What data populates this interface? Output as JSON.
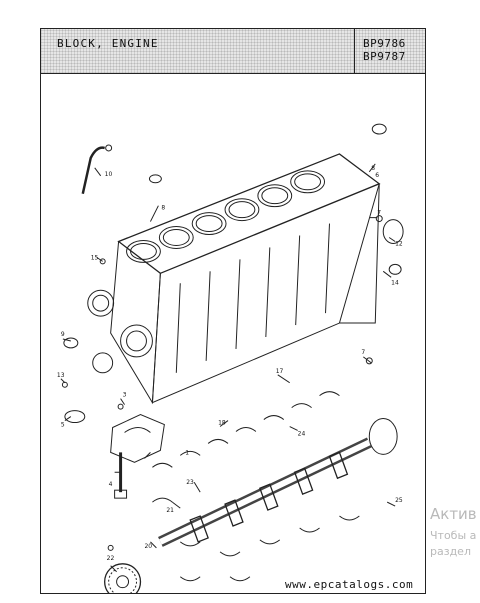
{
  "header": {
    "title": "BLOCK, ENGINE",
    "codes": [
      "BP9786",
      "BP9787"
    ]
  },
  "callouts": [
    {
      "num": "10"
    },
    {
      "num": "8"
    },
    {
      "num": "8"
    },
    {
      "num": "7"
    },
    {
      "num": "12"
    },
    {
      "num": "6"
    },
    {
      "num": "15"
    },
    {
      "num": "14"
    },
    {
      "num": "9"
    },
    {
      "num": "7"
    },
    {
      "num": "13"
    },
    {
      "num": "3"
    },
    {
      "num": "17"
    },
    {
      "num": "18"
    },
    {
      "num": "5"
    },
    {
      "num": "24"
    },
    {
      "num": "1"
    },
    {
      "num": "23"
    },
    {
      "num": "4"
    },
    {
      "num": "21"
    },
    {
      "num": "25"
    },
    {
      "num": "20"
    },
    {
      "num": "22"
    }
  ],
  "watermark": {
    "line1": "Актив",
    "line2": "Чтобы а",
    "line3": "раздел"
  },
  "footer": {
    "site": "www.epcatalogs.com"
  }
}
